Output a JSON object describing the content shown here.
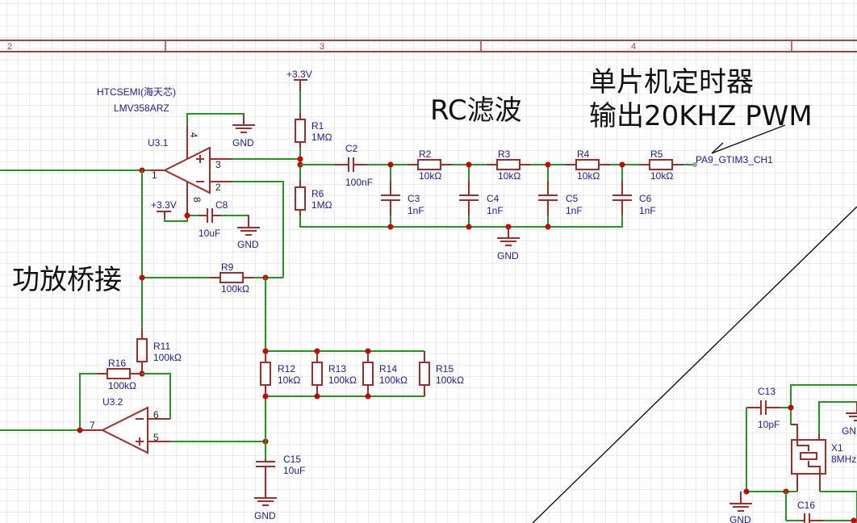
{
  "sheet": {
    "zones": [
      "2",
      "3",
      "4"
    ]
  },
  "annotations": {
    "rc_filter": "RC滤波",
    "mcu_timer_line1": "单片机定时器",
    "mcu_timer_line2": "输出20KHZ PWM",
    "bridge_amp": "功放桥接"
  },
  "opamp_u31": {
    "manufacturer": "HTCSEMI(海天芯)",
    "part": "LMV358ARZ",
    "designator": "U3.1",
    "pins": {
      "out": "1",
      "inv": "2",
      "noninv": "3",
      "gnd": "4",
      "vcc": "8"
    },
    "plus": "+",
    "minus": "−"
  },
  "opamp_u32": {
    "designator": "U3.2",
    "pins": {
      "noninv": "5",
      "inv": "6",
      "out": "7"
    },
    "plus": "+",
    "minus": "−"
  },
  "power": {
    "vcc": "+3.3V",
    "gnd": "GND"
  },
  "net_label": "PA9_GTIM3_CH1",
  "components": {
    "R1": {
      "ref": "R1",
      "value": "1MΩ"
    },
    "R6": {
      "ref": "R6",
      "value": "1MΩ"
    },
    "C2": {
      "ref": "C2",
      "value": "100nF"
    },
    "R2": {
      "ref": "R2",
      "value": "10kΩ"
    },
    "R3": {
      "ref": "R3",
      "value": "10kΩ"
    },
    "R4": {
      "ref": "R4",
      "value": "10kΩ"
    },
    "R5": {
      "ref": "R5",
      "value": "10kΩ"
    },
    "C3": {
      "ref": "C3",
      "value": "1nF"
    },
    "C4": {
      "ref": "C4",
      "value": "1nF"
    },
    "C5": {
      "ref": "C5",
      "value": "1nF"
    },
    "C6": {
      "ref": "C6",
      "value": "1nF"
    },
    "C8": {
      "ref": "C8",
      "value": "10uF"
    },
    "R9": {
      "ref": "R9",
      "value": "100kΩ"
    },
    "R11": {
      "ref": "R11",
      "value": "100kΩ"
    },
    "R16": {
      "ref": "R16",
      "value": "100kΩ"
    },
    "R12": {
      "ref": "R12",
      "value": "10kΩ"
    },
    "R13": {
      "ref": "R13",
      "value": "100kΩ"
    },
    "R14": {
      "ref": "R14",
      "value": "100kΩ"
    },
    "R15": {
      "ref": "R15",
      "value": "100kΩ"
    },
    "C15": {
      "ref": "C15",
      "value": "10uF"
    },
    "C13": {
      "ref": "C13",
      "value": "10pF"
    },
    "C16": {
      "ref": "C16",
      "value": ""
    },
    "X1": {
      "ref": "X1",
      "value": "8MHz"
    }
  },
  "gnd_partial": "GN"
}
